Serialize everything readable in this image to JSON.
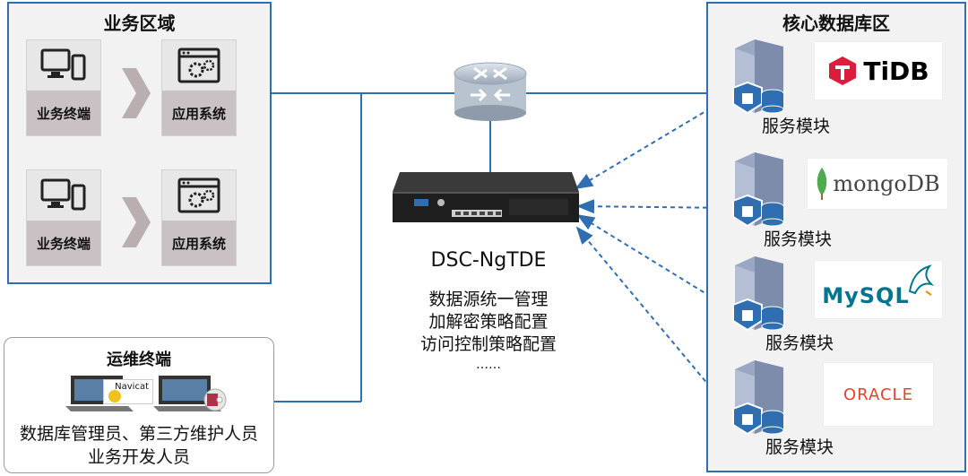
{
  "business_zone": {
    "title": "业务区域",
    "rows": [
      {
        "terminal_label": "业务终端",
        "app_label": "应用系统"
      },
      {
        "terminal_label": "业务终端",
        "app_label": "应用系统"
      }
    ]
  },
  "core_db_zone": {
    "title": "核心数据库区",
    "servers": [
      {
        "service_label": "服务模块",
        "db": "TiDB"
      },
      {
        "service_label": "服务模块",
        "db": "mongoDB"
      },
      {
        "service_label": "服务模块",
        "db": "MySQL"
      },
      {
        "service_label": "服务模块",
        "db": "ORACLE"
      }
    ]
  },
  "device": {
    "name": "DSC-NgTDE",
    "features": [
      "数据源统一管理",
      "加解密策略配置",
      "访问控制策略配置",
      "……"
    ]
  },
  "ops_zone": {
    "title": "运维终端",
    "laptop_app_label": "Navicat",
    "roles_line1": "数据库管理员、第三方维护人员",
    "roles_line2": "业务开发人员"
  },
  "colors": {
    "zone_border": "#2f6fb1",
    "zone_bg": "#f2f2f2",
    "line_blue": "#2f6fb1",
    "card_label_bg": "#c9c1c3",
    "tidb_red": "#dc1c3c",
    "mongo_green": "#4fa94d",
    "mysql_blue": "#00758f",
    "oracle_red": "#e0452b"
  }
}
